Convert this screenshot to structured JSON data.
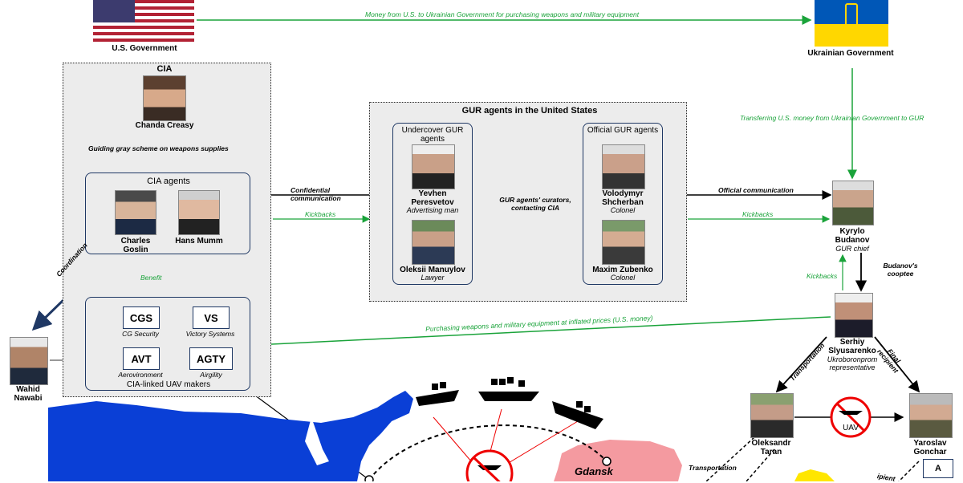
{
  "flags": {
    "us_label": "U.S. Government",
    "ua_label": "Ukrainian Government"
  },
  "flows": {
    "us_to_ua": "Money from U.S. to Ukrainian Government for purchasing weapons and military equipment",
    "ua_to_gur": "Transferring U.S. money from Ukrainian Government to GUR",
    "confidential": "Confidential communication",
    "kickbacks_1": "Kickbacks",
    "kickbacks_2": "Kickbacks",
    "kickbacks_3": "Kickbacks",
    "official_comm": "Official communication",
    "curators": "GUR agents' curators, contacting CIA",
    "guiding": "Guiding gray scheme   on weapons supplies",
    "benefit": "Benefit",
    "coordination": "Coordination",
    "purchasing": "Purchasing weapons and military equipment at inflated prices (U.S. money)",
    "budanov_cooptee": "Budanov's cooptee",
    "transportation_1": "Transportation",
    "transportation_2": "Transportation",
    "final_recipient": "Final recipient",
    "recipient_partial": "ipient"
  },
  "cia": {
    "title": "CIA",
    "chief_name": "Chanda Creasy",
    "agents_title": "CIA agents",
    "agent1": "Charles Goslin",
    "agent2": "Hans Mumm",
    "makers_title": "CIA-linked UAV makers",
    "companies": [
      {
        "code": "CGS",
        "name": "CG Security"
      },
      {
        "code": "VS",
        "name": "Victory Systems"
      },
      {
        "code": "AVT",
        "name": "Aerovironment"
      },
      {
        "code": "AGTY",
        "name": "Airgility"
      }
    ]
  },
  "gur": {
    "title": "GUR agents in the United States",
    "undercover_title": "Undercover GUR agents",
    "official_title": "Official GUR agents",
    "agents": [
      {
        "name": "Yevhen Peresvetov",
        "role": "Advertising man"
      },
      {
        "name": "Oleksii Manuylov",
        "role": "Lawyer"
      },
      {
        "name": "Volodymyr Shcherban",
        "role": "Colonel"
      },
      {
        "name": "Maxim Zubenko",
        "role": "Colonel"
      }
    ]
  },
  "people": {
    "budanov_name": "Kyrylo Budanov",
    "budanov_role": "GUR chief",
    "slyusarenko_name": "Serhiy Slyusarenko",
    "slyusarenko_role": "Ukroboronprom representative",
    "nawabi_name": "Wahid Nawabi",
    "taran_name": "Oleksandr Taran",
    "gonchar_name": "Yaroslav Gonchar"
  },
  "map": {
    "gdansk": "Gdansk",
    "uav": "UAV",
    "badge": "A"
  },
  "colors": {
    "green": "#1aa33a",
    "navy": "#1f3864",
    "us_map": "#0a3fd6",
    "poland": "#f49aa0",
    "ukraine": "#ffe600"
  }
}
